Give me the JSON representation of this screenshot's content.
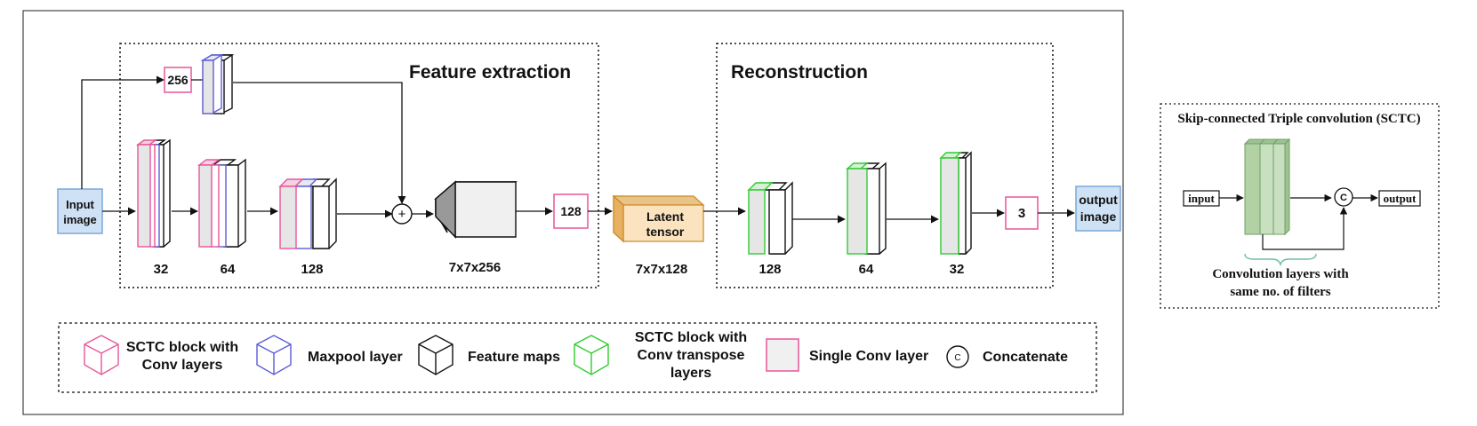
{
  "colors": {
    "sctc_conv": "#e8559a",
    "maxpool": "#5b5bd6",
    "feature_map": "#111111",
    "sctc_transpose": "#2ecc2e",
    "single_conv": "#e8559a",
    "io_fill": "#cfe1f5",
    "io_border": "#7aa7d9",
    "latent_fill": "#fbe3c0",
    "latent_border": "#d9a23f",
    "sctc_green": "#b8d9b0"
  },
  "main": {
    "input_label_line1": "Input",
    "input_label_line2": "image",
    "output_label_line1": "output",
    "output_label_line2": "image",
    "feature_extraction_title": "Feature extraction",
    "reconstruction_title": "Reconstruction",
    "skip_conv_value": "256",
    "encoder_filters": [
      "32",
      "64",
      "128"
    ],
    "feature_block_dim": "7x7x256",
    "single_conv_encoder": "128",
    "latent_line1": "Latent",
    "latent_line2": "tensor",
    "latent_dim": "7x7x128",
    "decoder_filters": [
      "128",
      "64",
      "32"
    ],
    "single_conv_decoder": "3",
    "sum_symbol": "+"
  },
  "legend": {
    "sctc_conv_line1": "SCTC block with",
    "sctc_conv_line2": "Conv layers",
    "maxpool": "Maxpool layer",
    "feature_maps": "Feature maps",
    "sctc_transpose_line1": "SCTC block with",
    "sctc_transpose_line2": "Conv transpose",
    "sctc_transpose_line3": "layers",
    "single_conv": "Single Conv layer",
    "concat_symbol": "C",
    "concatenate": "Concatenate"
  },
  "sctc_panel": {
    "title": "Skip-connected Triple convolution (SCTC)",
    "input": "input",
    "output": "output",
    "concat_symbol": "C",
    "caption_line1": "Convolution layers with",
    "caption_line2": "same no. of filters"
  }
}
